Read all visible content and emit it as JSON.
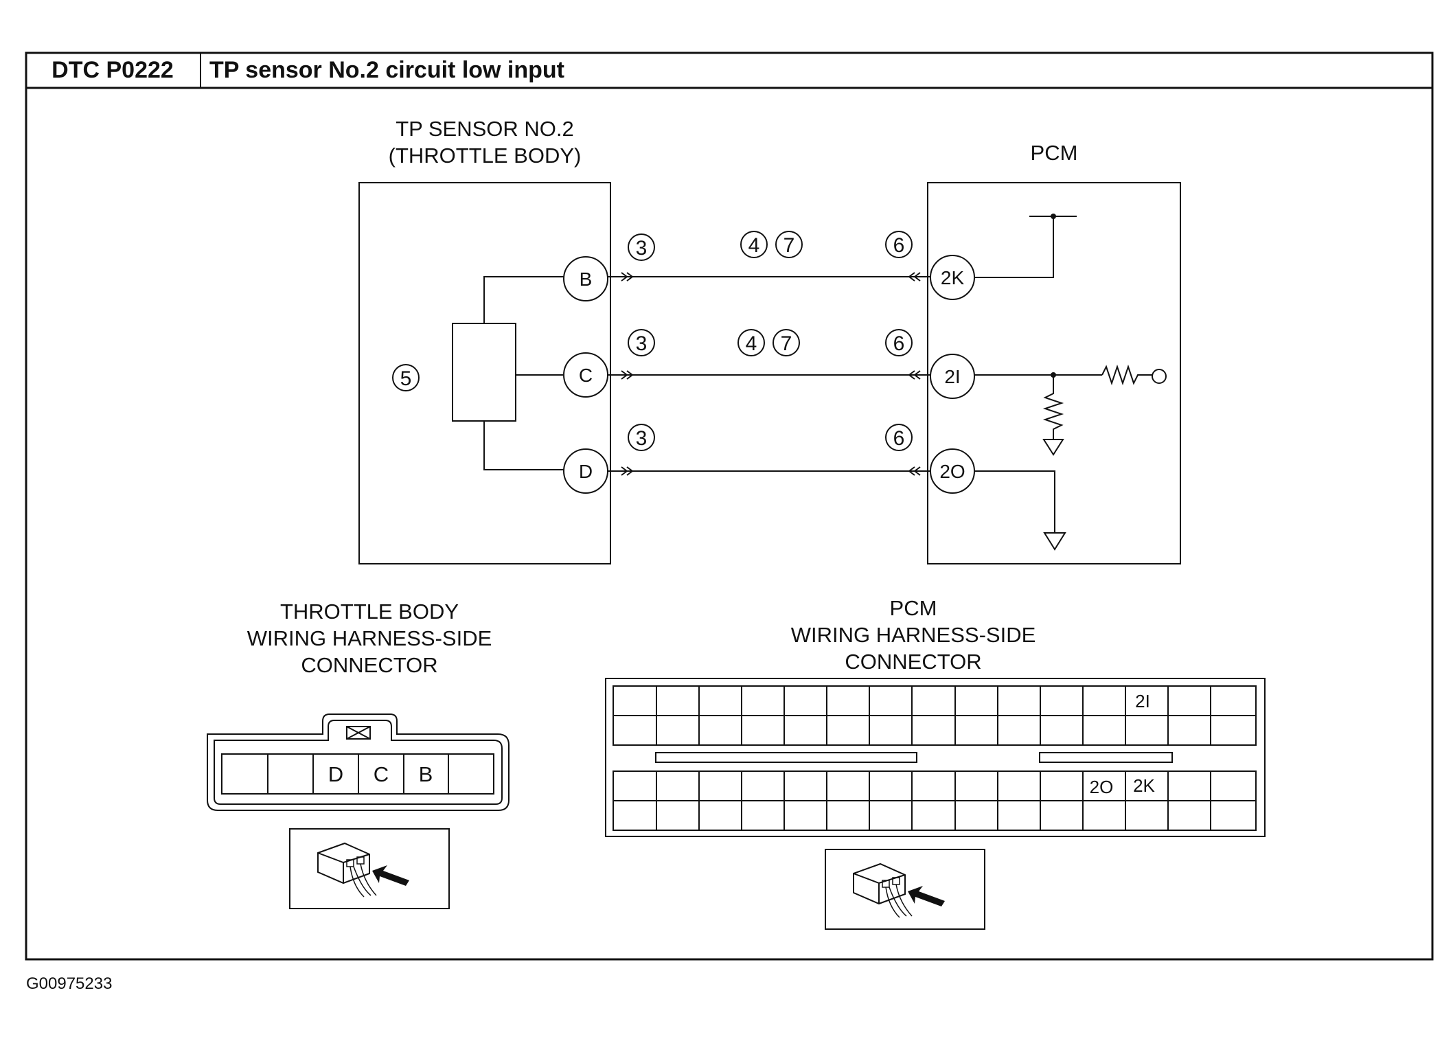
{
  "header": {
    "dtc_code": "DTC P0222",
    "title": "TP sensor No.2 circuit low input"
  },
  "sensor": {
    "title_line1": "TP SENSOR NO.2",
    "title_line2": "(THROTTLE BODY)",
    "component_callout": "5",
    "pins": [
      "B",
      "C",
      "D"
    ]
  },
  "pcm": {
    "title": "PCM",
    "pins": [
      "2K",
      "2I",
      "2O"
    ]
  },
  "wires": [
    {
      "from": "B",
      "to": "2K",
      "callout_sensor": "3",
      "callout_mid": [
        "4",
        "7"
      ],
      "callout_pcm": "6"
    },
    {
      "from": "C",
      "to": "2I",
      "callout_sensor": "3",
      "callout_mid": [
        "4",
        "7"
      ],
      "callout_pcm": "6"
    },
    {
      "from": "D",
      "to": "2O",
      "callout_sensor": "3",
      "callout_mid": [],
      "callout_pcm": "6"
    }
  ],
  "throttle_connector": {
    "title_line1": "THROTTLE BODY",
    "title_line2": "WIRING HARNESS-SIDE",
    "title_line3": "CONNECTOR",
    "cells": [
      "",
      "",
      "D",
      "C",
      "B",
      ""
    ]
  },
  "pcm_connector": {
    "title_line1": "PCM",
    "title_line2": "WIRING HARNESS-SIDE",
    "title_line3": "CONNECTOR",
    "labels": {
      "2I": "2I",
      "2O": "2O",
      "2K": "2K"
    }
  },
  "figure_id": "G00975233"
}
